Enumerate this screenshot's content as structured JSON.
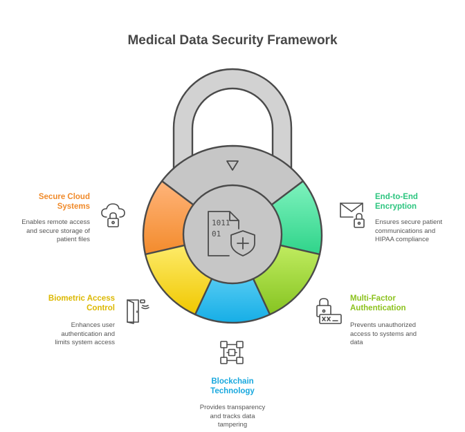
{
  "title": "Medical Data Security Framework",
  "center_icon": "encrypted-medical-file-icon",
  "top_marker_icon": "triangle-down-icon",
  "segments": [
    {
      "id": "secure-cloud",
      "heading_lines": [
        "Secure Cloud",
        "Systems"
      ],
      "description_lines": [
        "Enables remote access",
        "and secure storage of",
        "patient files"
      ],
      "icon": "cloud-lock-icon",
      "color": "#f79a47"
    },
    {
      "id": "encryption",
      "heading_lines": [
        "End-to-End",
        "Encryption"
      ],
      "description_lines": [
        "Ensures secure patient",
        "communications and",
        "HIPAA compliance"
      ],
      "icon": "envelope-lock-icon",
      "color": "#3ed892"
    },
    {
      "id": "multi-factor",
      "heading_lines": [
        "Multi-Factor",
        "Authentication"
      ],
      "description_lines": [
        "Prevents unauthorized",
        "access to systems and",
        "data"
      ],
      "icon": "password-lock-icon",
      "color": "#96cf2e"
    },
    {
      "id": "blockchain",
      "heading_lines": [
        "Blockchain",
        "Technology"
      ],
      "description_lines": [
        "Provides transparency",
        "and tracks data",
        "tampering"
      ],
      "icon": "blockchain-icon",
      "color": "#21b4e8"
    },
    {
      "id": "biometric",
      "heading_lines": [
        "Biometric Access",
        "Control"
      ],
      "description_lines": [
        "Enhances user",
        "authentication and",
        "limits system access"
      ],
      "icon": "door-sensor-icon",
      "color": "#e8c40c"
    }
  ]
}
